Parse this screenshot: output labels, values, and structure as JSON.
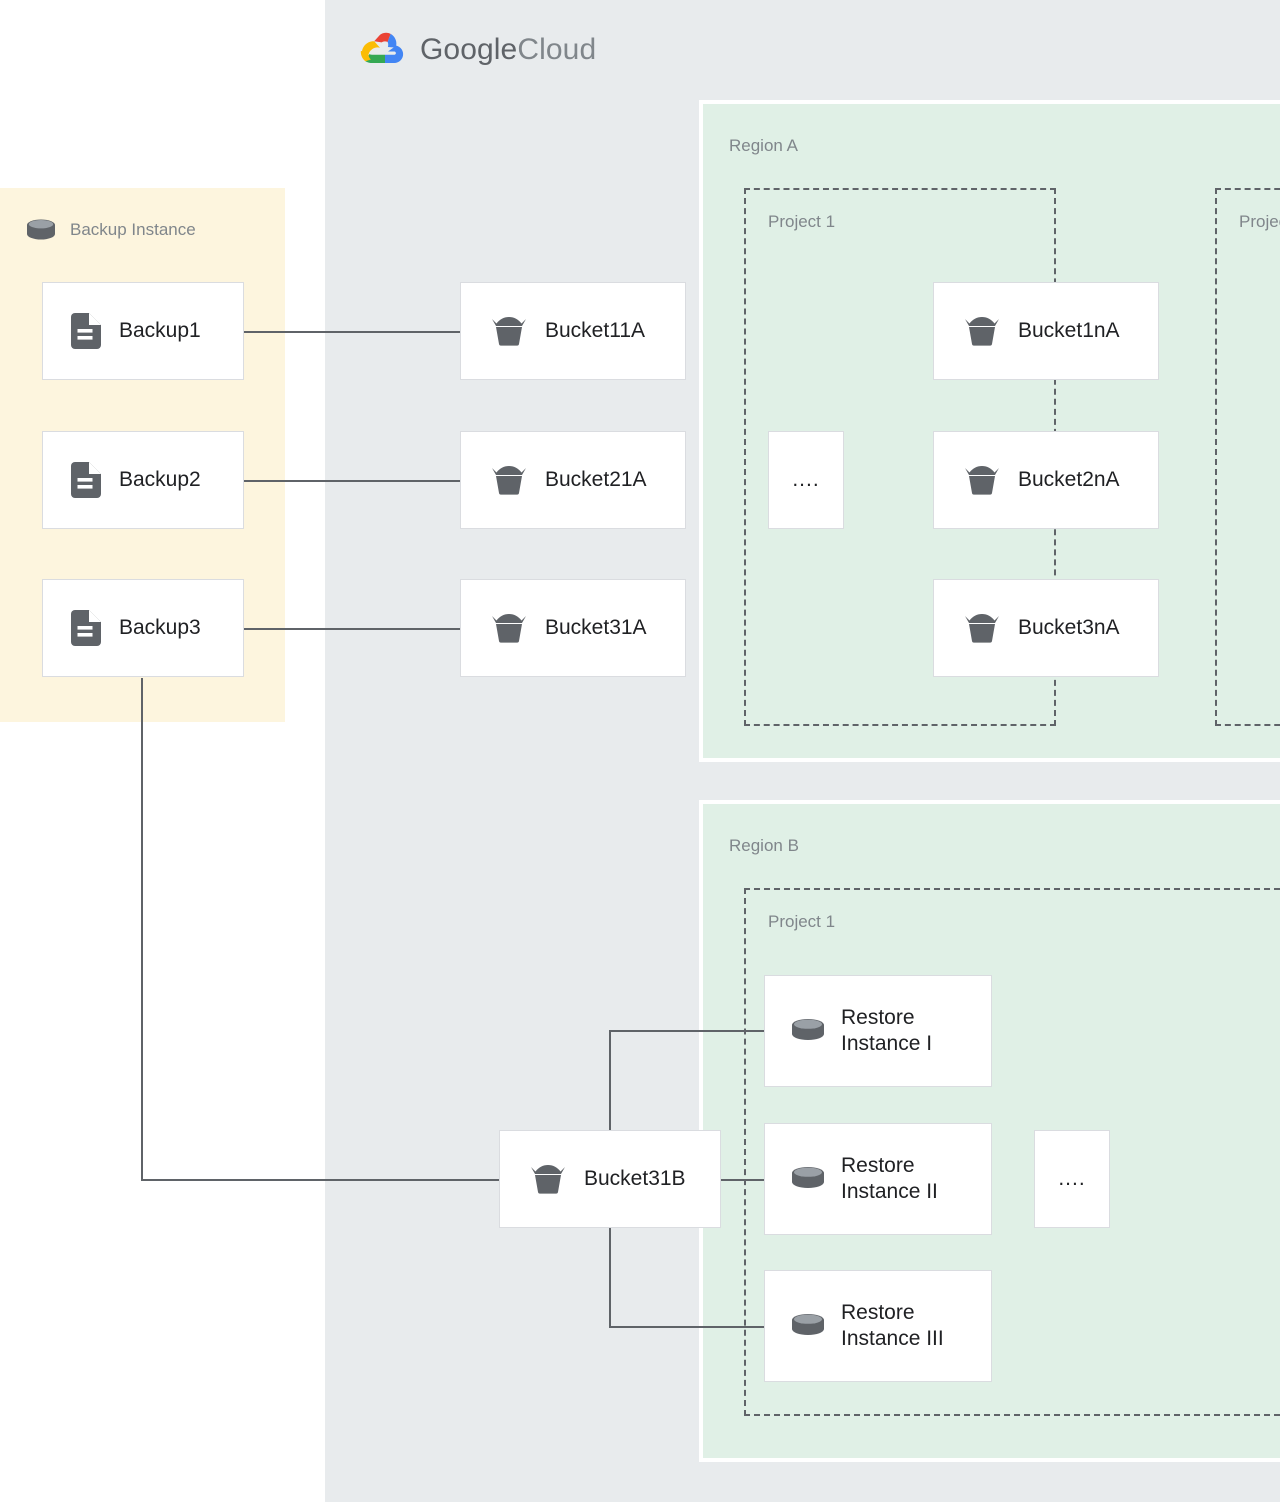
{
  "brand": {
    "logo_icon": "google-cloud-logo-icon",
    "name_bold": "Google",
    "name_light": "Cloud",
    "colors": {
      "red": "#ea4335",
      "yellow": "#fbbc04",
      "green": "#34a853",
      "blue": "#4285f4",
      "panel_bg": "#e8ebed",
      "region_bg": "#e0f0e6",
      "backup_bg": "#fdf5de",
      "card_bg": "#ffffff",
      "card_border": "#dadce0",
      "line": "#5f6368",
      "label_text": "#80868b",
      "node_text": "#202124"
    }
  },
  "backup_instance": {
    "title": "Backup Instance",
    "icon": "database-icon",
    "items": [
      {
        "label": "Backup1",
        "icon": "document-icon"
      },
      {
        "label": "Backup2",
        "icon": "document-icon"
      },
      {
        "label": "Backup3",
        "icon": "document-icon"
      }
    ]
  },
  "regions": [
    {
      "label": "Region A",
      "projects": [
        {
          "label": "Project 1",
          "items": [
            {
              "label": "Bucket11A",
              "icon": "bucket-icon"
            },
            {
              "label": "Bucket21A",
              "icon": "bucket-icon"
            },
            {
              "label": "Bucket31A",
              "icon": "bucket-icon"
            }
          ]
        },
        {
          "label": "Project n",
          "items": [
            {
              "label": "Bucket1nA",
              "icon": "bucket-icon"
            },
            {
              "label": "Bucket2nA",
              "icon": "bucket-icon"
            },
            {
              "label": "Bucket3nA",
              "icon": "bucket-icon"
            }
          ]
        }
      ],
      "ellipsis": "...."
    },
    {
      "label": "Region B",
      "projects": [
        {
          "label": "Project 1",
          "bucket": {
            "label": "Bucket31B",
            "icon": "bucket-icon"
          },
          "restores": [
            {
              "label": "Restore\nInstance I",
              "icon": "database-icon"
            },
            {
              "label": "Restore\nInstance II",
              "icon": "database-icon"
            },
            {
              "label": "Restore\nInstance III",
              "icon": "database-icon"
            }
          ]
        }
      ],
      "ellipsis": "...."
    }
  ],
  "connections": [
    {
      "from": "Backup1",
      "to": "Bucket11A"
    },
    {
      "from": "Backup2",
      "to": "Bucket21A"
    },
    {
      "from": "Backup3",
      "to": "Bucket31A"
    },
    {
      "from": "Backup3",
      "to": "Bucket31B"
    },
    {
      "from": "Bucket31B",
      "to": "Restore Instance I"
    },
    {
      "from": "Bucket31B",
      "to": "Restore Instance II"
    },
    {
      "from": "Bucket31B",
      "to": "Restore Instance III"
    }
  ]
}
